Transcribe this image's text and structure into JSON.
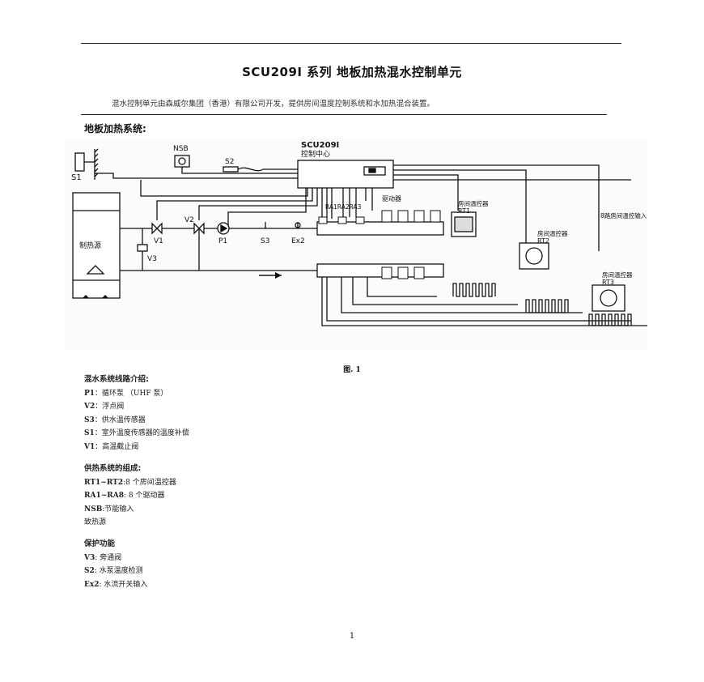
{
  "doc": {
    "title": "SCU209I 系列  地板加热混水控制单元",
    "intro": "混水控制单元由森威尔集团（香港）有限公司开发，提供房间温度控制系统和水加热混合装置。",
    "section_title": "地板加热系统:",
    "figure_caption": "图. 1",
    "page_number": "1"
  },
  "diagram": {
    "labels": {
      "s1": "S1",
      "nsb": "NSB",
      "s2": "S2",
      "center_model": "SCU209I",
      "center_name": "控制中心",
      "ra": "RA1RA2RA3",
      "driver": "驱动器",
      "heat_source": "制热源",
      "v1": "V1",
      "v2": "V2",
      "v3": "V3",
      "p1": "P1",
      "s3": "S3",
      "ex2": "Ex2",
      "rt1_name": "房间温控器",
      "rt1": "RT1",
      "rt2_name": "房间温控器",
      "rt2": "RT2",
      "rt3_name": "房间温控器",
      "rt3": "RT3",
      "room_input": "8路房间温控输入"
    }
  },
  "notes": {
    "mix": {
      "heading": "混水系统线路介绍:",
      "items": [
        {
          "code": "P1",
          "text": "：循环泵 （UHF 泵）"
        },
        {
          "code": "V2",
          "text": "：浮点阀"
        },
        {
          "code": "S3",
          "text": "：供水温传感器"
        },
        {
          "code": "S1",
          "text": "：室外温度传感器的温度补偿"
        },
        {
          "code": "V1",
          "text": "：高温截止阀"
        }
      ]
    },
    "supply": {
      "heading": "供热系统的组成:",
      "items": [
        {
          "code": "RT1~RT2",
          "text": ":8 个房间温控器"
        },
        {
          "code": "RA1~RA8",
          "text": ": 8 个驱动器"
        },
        {
          "code": "NSB",
          "text": ":节能输入"
        },
        {
          "code": "",
          "text": "致热源"
        }
      ]
    },
    "protect": {
      "heading": "保护功能",
      "items": [
        {
          "code": "V3",
          "text": ": 旁通阀"
        },
        {
          "code": "S2",
          "text": ": 水泵温度检测"
        },
        {
          "code": "Ex2",
          "text": ": 水流开关输入"
        }
      ]
    }
  }
}
